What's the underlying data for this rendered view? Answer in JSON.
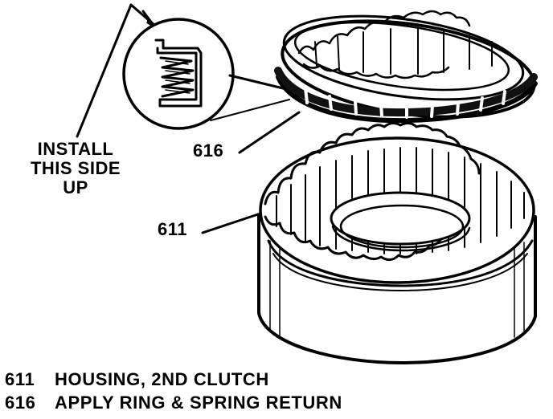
{
  "install_label": [
    "INSTALL",
    "THIS SIDE",
    "UP"
  ],
  "callouts": {
    "apply_ring": "616",
    "housing": "611"
  },
  "legend": [
    {
      "number": "611",
      "text": "HOUSING, 2ND CLUTCH"
    },
    {
      "number": "616",
      "text": "APPLY RING & SPRING RETURN"
    }
  ]
}
